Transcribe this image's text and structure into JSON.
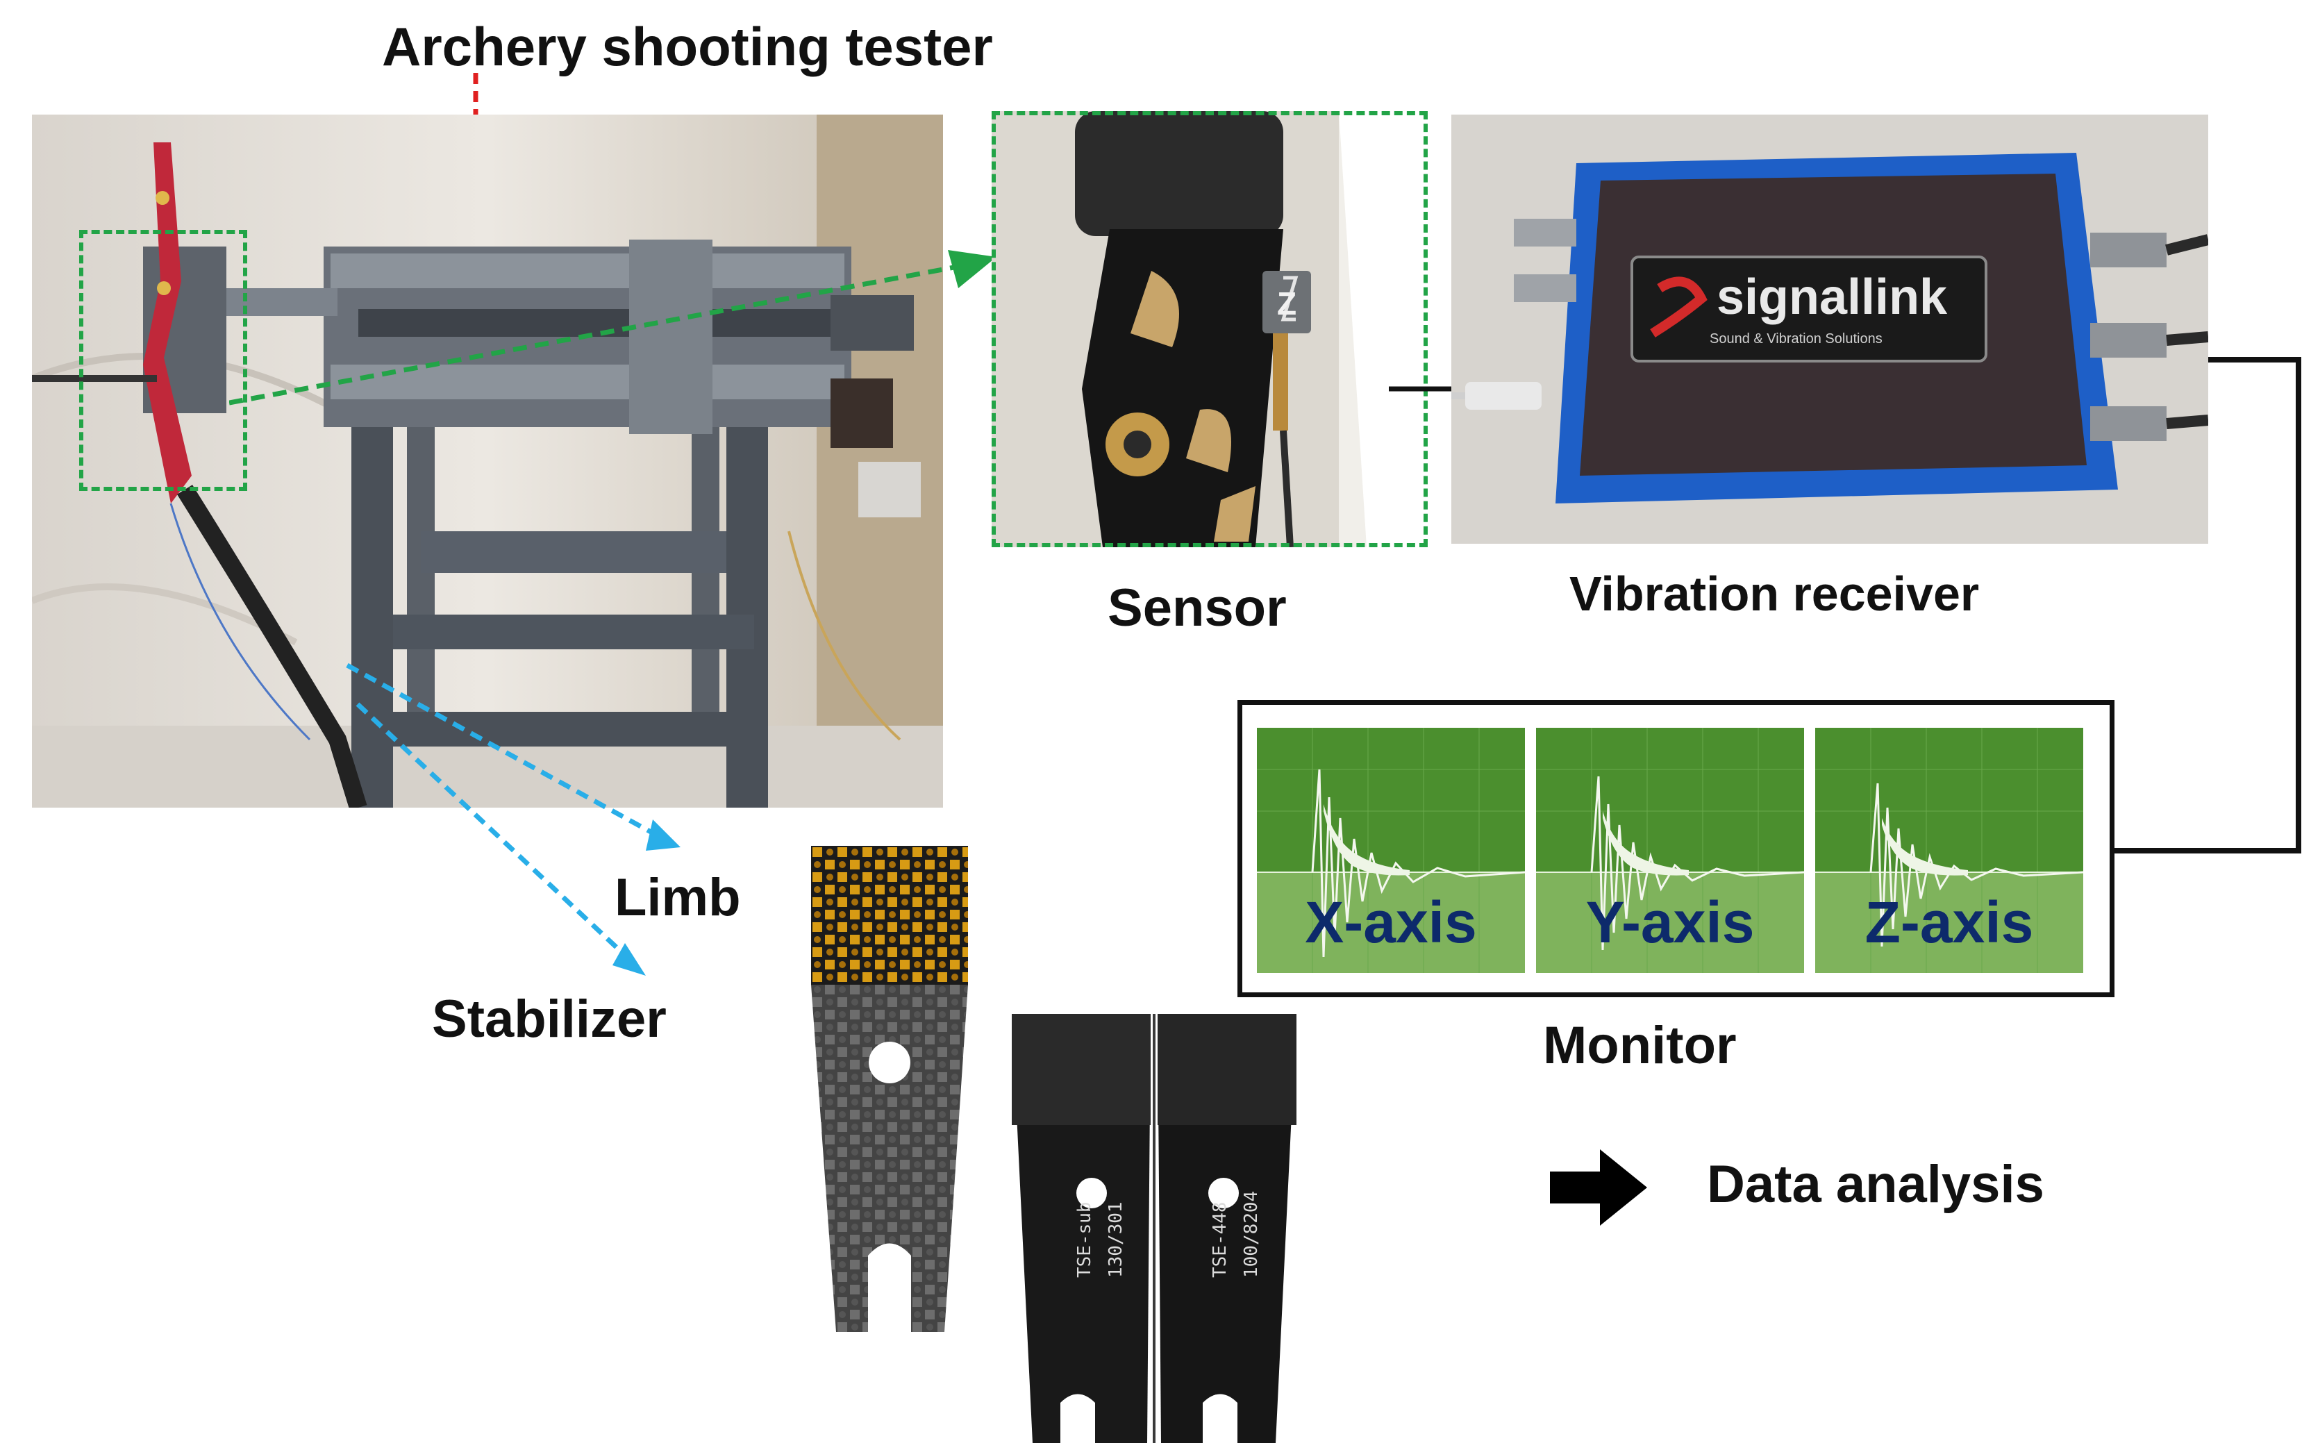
{
  "labels": {
    "tester": "Archery shooting tester",
    "sensor": "Sensor",
    "receiver": "Vibration receiver",
    "monitor": "Monitor",
    "limb": "Limb",
    "stabilizer": "Stabilizer",
    "data_analysis": "Data analysis"
  },
  "receiver_brand": {
    "name": "signallink",
    "tagline": "Sound & Vibration Solutions"
  },
  "sensor_badge": "Z",
  "monitor_axes": [
    {
      "label": "X-axis"
    },
    {
      "label": "Y-axis"
    },
    {
      "label": "Z-axis"
    }
  ],
  "limb_handwriting": {
    "left": [
      "TSE-sub",
      "130/301"
    ],
    "right": [
      "TSE-448",
      "100/8204"
    ]
  },
  "colors": {
    "tester_arrow": "#e02020",
    "sensor_highlight": "#22a447",
    "limb_arrows": "#29aee8",
    "waveform_bg": "#4b8f2e",
    "waveform_bottom": "#7fb35c",
    "axis_text": "#0d2a6b",
    "receiver_body": "#1e5fc7"
  }
}
